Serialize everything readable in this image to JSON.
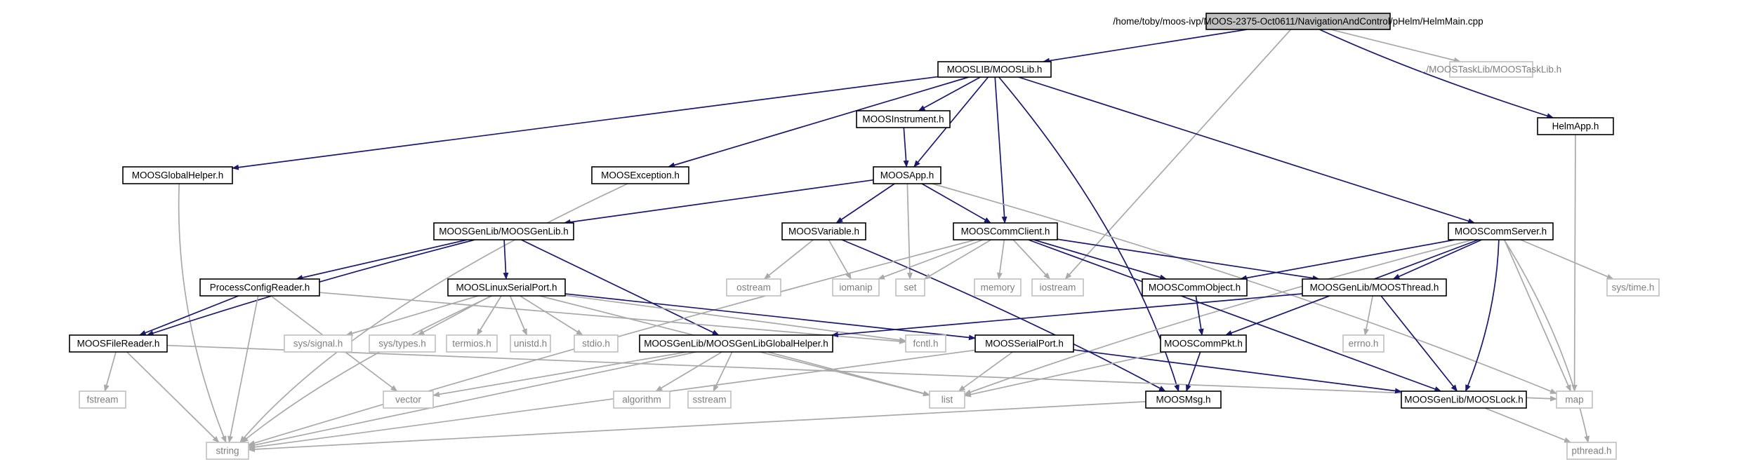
{
  "colors": {
    "internal_edge": "#191970",
    "external_edge": "#a9a9a9",
    "root_fill": "#bfbfbf",
    "node_border": "#000000",
    "external_border": "#bfbfbf",
    "external_text": "#7f7f7f",
    "text": "#000000"
  },
  "nodes": [
    {
      "id": "helmmain",
      "label": "/home/toby/moos-ivp/MOOS-2375-Oct0611/NavigationAndControl/pHelm/HelmMain.cpp",
      "kind": "root"
    },
    {
      "id": "mooslib",
      "label": "MOOSLIB/MOOSLib.h",
      "kind": "internal"
    },
    {
      "id": "moostasklib",
      "label": "../MOOSTaskLib/MOOSTaskLib.h",
      "kind": "external"
    },
    {
      "id": "helmapp",
      "label": "HelmApp.h",
      "kind": "internal"
    },
    {
      "id": "moosinstrument",
      "label": "MOOSInstrument.h",
      "kind": "internal"
    },
    {
      "id": "moosglobalhelper",
      "label": "MOOSGlobalHelper.h",
      "kind": "internal"
    },
    {
      "id": "moosexception",
      "label": "MOOSException.h",
      "kind": "internal"
    },
    {
      "id": "moosapp",
      "label": "MOOSApp.h",
      "kind": "internal"
    },
    {
      "id": "mooscommserver",
      "label": "MOOSCommServer.h",
      "kind": "internal"
    },
    {
      "id": "moosgenlib",
      "label": "MOOSGenLib/MOOSGenLib.h",
      "kind": "internal"
    },
    {
      "id": "moosvariable",
      "label": "MOOSVariable.h",
      "kind": "internal"
    },
    {
      "id": "mooscommclient",
      "label": "MOOSCommClient.h",
      "kind": "internal"
    },
    {
      "id": "processconfigreader",
      "label": "ProcessConfigReader.h",
      "kind": "internal"
    },
    {
      "id": "mooslinuxserialport",
      "label": "MOOSLinuxSerialPort.h",
      "kind": "internal"
    },
    {
      "id": "ostream",
      "label": "ostream",
      "kind": "external"
    },
    {
      "id": "iomanip",
      "label": "iomanip",
      "kind": "external"
    },
    {
      "id": "set",
      "label": "set",
      "kind": "external"
    },
    {
      "id": "memory",
      "label": "memory",
      "kind": "external"
    },
    {
      "id": "iostream",
      "label": "iostream",
      "kind": "external"
    },
    {
      "id": "mooscommobject",
      "label": "MOOSCommObject.h",
      "kind": "internal"
    },
    {
      "id": "moosthread",
      "label": "MOOSGenLib/MOOSThread.h",
      "kind": "internal"
    },
    {
      "id": "systime",
      "label": "sys/time.h",
      "kind": "external"
    },
    {
      "id": "moosfilereader",
      "label": "MOOSFileReader.h",
      "kind": "internal"
    },
    {
      "id": "syssignal",
      "label": "sys/signal.h",
      "kind": "external"
    },
    {
      "id": "systypes",
      "label": "sys/types.h",
      "kind": "external"
    },
    {
      "id": "termios",
      "label": "termios.h",
      "kind": "external"
    },
    {
      "id": "unistd",
      "label": "unistd.h",
      "kind": "external"
    },
    {
      "id": "stdio",
      "label": "stdio.h",
      "kind": "external"
    },
    {
      "id": "genlibglobalhelper",
      "label": "MOOSGenLib/MOOSGenLibGlobalHelper.h",
      "kind": "internal"
    },
    {
      "id": "fcntl",
      "label": "fcntl.h",
      "kind": "external"
    },
    {
      "id": "moosserialport",
      "label": "MOOSSerialPort.h",
      "kind": "internal"
    },
    {
      "id": "mooscommpkt",
      "label": "MOOSCommPkt.h",
      "kind": "internal"
    },
    {
      "id": "errno",
      "label": "errno.h",
      "kind": "external"
    },
    {
      "id": "fstream",
      "label": "fstream",
      "kind": "external"
    },
    {
      "id": "vector",
      "label": "vector",
      "kind": "external"
    },
    {
      "id": "algorithm",
      "label": "algorithm",
      "kind": "external"
    },
    {
      "id": "sstream",
      "label": "sstream",
      "kind": "external"
    },
    {
      "id": "list",
      "label": "list",
      "kind": "external"
    },
    {
      "id": "moosmsg",
      "label": "MOOSMsg.h",
      "kind": "internal"
    },
    {
      "id": "mooslock",
      "label": "MOOSGenLib/MOOSLock.h",
      "kind": "internal"
    },
    {
      "id": "map",
      "label": "map",
      "kind": "external"
    },
    {
      "id": "string",
      "label": "string",
      "kind": "external"
    },
    {
      "id": "pthread",
      "label": "pthread.h",
      "kind": "external"
    }
  ],
  "edges": [
    [
      "helmmain",
      "mooslib"
    ],
    [
      "helmmain",
      "moostasklib"
    ],
    [
      "helmmain",
      "helmapp"
    ],
    [
      "helmmain",
      "iostream"
    ],
    [
      "mooslib",
      "moosglobalhelper"
    ],
    [
      "mooslib",
      "moosexception"
    ],
    [
      "mooslib",
      "moosinstrument"
    ],
    [
      "mooslib",
      "moosapp"
    ],
    [
      "mooslib",
      "mooscommclient"
    ],
    [
      "mooslib",
      "mooscommserver"
    ],
    [
      "mooslib",
      "moosmsg"
    ],
    [
      "helmapp",
      "map"
    ],
    [
      "moosinstrument",
      "moosapp"
    ],
    [
      "moosglobalhelper",
      "string"
    ],
    [
      "moosexception",
      "string"
    ],
    [
      "moosapp",
      "moosgenlib"
    ],
    [
      "moosapp",
      "moosvariable"
    ],
    [
      "moosapp",
      "set"
    ],
    [
      "moosapp",
      "mooscommclient"
    ],
    [
      "moosapp",
      "map"
    ],
    [
      "mooscommserver",
      "mooscommobject"
    ],
    [
      "mooscommserver",
      "moosthread"
    ],
    [
      "mooscommserver",
      "systime"
    ],
    [
      "mooscommserver",
      "map"
    ],
    [
      "mooscommserver",
      "pthread"
    ],
    [
      "mooscommserver",
      "mooscommpkt"
    ],
    [
      "mooscommserver",
      "mooslock"
    ],
    [
      "mooscommserver",
      "list"
    ],
    [
      "moosgenlib",
      "processconfigreader"
    ],
    [
      "moosgenlib",
      "mooslinuxserialport"
    ],
    [
      "moosgenlib",
      "genlibglobalhelper"
    ],
    [
      "moosgenlib",
      "moosfilereader"
    ],
    [
      "moosvariable",
      "ostream"
    ],
    [
      "moosvariable",
      "iomanip"
    ],
    [
      "moosvariable",
      "moosmsg"
    ],
    [
      "mooscommclient",
      "iomanip"
    ],
    [
      "mooscommclient",
      "set"
    ],
    [
      "mooscommclient",
      "memory"
    ],
    [
      "mooscommclient",
      "iostream"
    ],
    [
      "mooscommclient",
      "mooscommobject"
    ],
    [
      "mooscommclient",
      "moosthread"
    ],
    [
      "mooscommclient",
      "mooslock"
    ],
    [
      "mooscommclient",
      "string"
    ],
    [
      "processconfigreader",
      "moosfilereader"
    ],
    [
      "processconfigreader",
      "vector"
    ],
    [
      "processconfigreader",
      "string"
    ],
    [
      "processconfigreader",
      "fcntl"
    ],
    [
      "mooslinuxserialport",
      "syssignal"
    ],
    [
      "mooslinuxserialport",
      "systypes"
    ],
    [
      "mooslinuxserialport",
      "termios"
    ],
    [
      "mooslinuxserialport",
      "unistd"
    ],
    [
      "mooslinuxserialport",
      "stdio"
    ],
    [
      "mooslinuxserialport",
      "fcntl"
    ],
    [
      "mooslinuxserialport",
      "moosserialport"
    ],
    [
      "mooslinuxserialport",
      "string"
    ],
    [
      "mooslinuxserialport",
      "list"
    ],
    [
      "mooscommobject",
      "mooscommpkt"
    ],
    [
      "moosthread",
      "genlibglobalhelper"
    ],
    [
      "moosthread",
      "errno"
    ],
    [
      "moosthread",
      "mooslock"
    ],
    [
      "moosfilereader",
      "fstream"
    ],
    [
      "moosfilereader",
      "string"
    ],
    [
      "moosfilereader",
      "map"
    ],
    [
      "genlibglobalhelper",
      "vector"
    ],
    [
      "genlibglobalhelper",
      "algorithm"
    ],
    [
      "genlibglobalhelper",
      "sstream"
    ],
    [
      "genlibglobalhelper",
      "list"
    ],
    [
      "genlibglobalhelper",
      "string"
    ],
    [
      "moosserialport",
      "list"
    ],
    [
      "moosserialport",
      "string"
    ],
    [
      "moosserialport",
      "mooslock"
    ],
    [
      "mooscommpkt",
      "moosmsg"
    ],
    [
      "mooscommpkt",
      "list"
    ],
    [
      "moosmsg",
      "string"
    ],
    [
      "mooslock",
      "pthread"
    ]
  ]
}
